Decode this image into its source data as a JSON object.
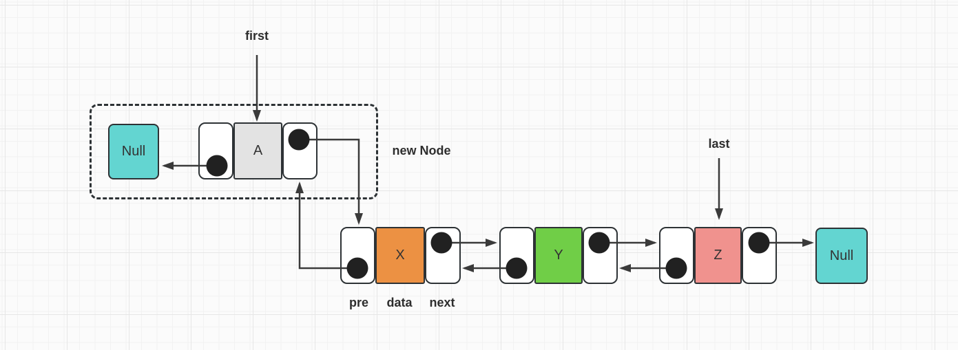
{
  "labels": {
    "first": "first",
    "last": "last",
    "new_node": "new Node",
    "pre": "pre",
    "data": "data",
    "next": "next"
  },
  "nodes": {
    "a": {
      "value": "A",
      "fill": "#E3E3E3"
    },
    "x": {
      "value": "X",
      "fill": "#EC9143"
    },
    "y": {
      "value": "Y",
      "fill": "#70CE47"
    },
    "z": {
      "value": "Z",
      "fill": "#F0928E"
    }
  },
  "terminals": {
    "head_null": {
      "label": "Null",
      "fill": "#63D5D1"
    },
    "tail_null": {
      "label": "Null",
      "fill": "#63D5D1"
    }
  },
  "colors": {
    "shape_stroke": "#2D3235",
    "arrow": "#3A3A3A",
    "pointer_dot": "#212121",
    "grid_minor": "#F2F2F2",
    "grid_major": "#E6E6E6",
    "background": "#FBFBFB",
    "label_text": "#2E2E2E"
  }
}
